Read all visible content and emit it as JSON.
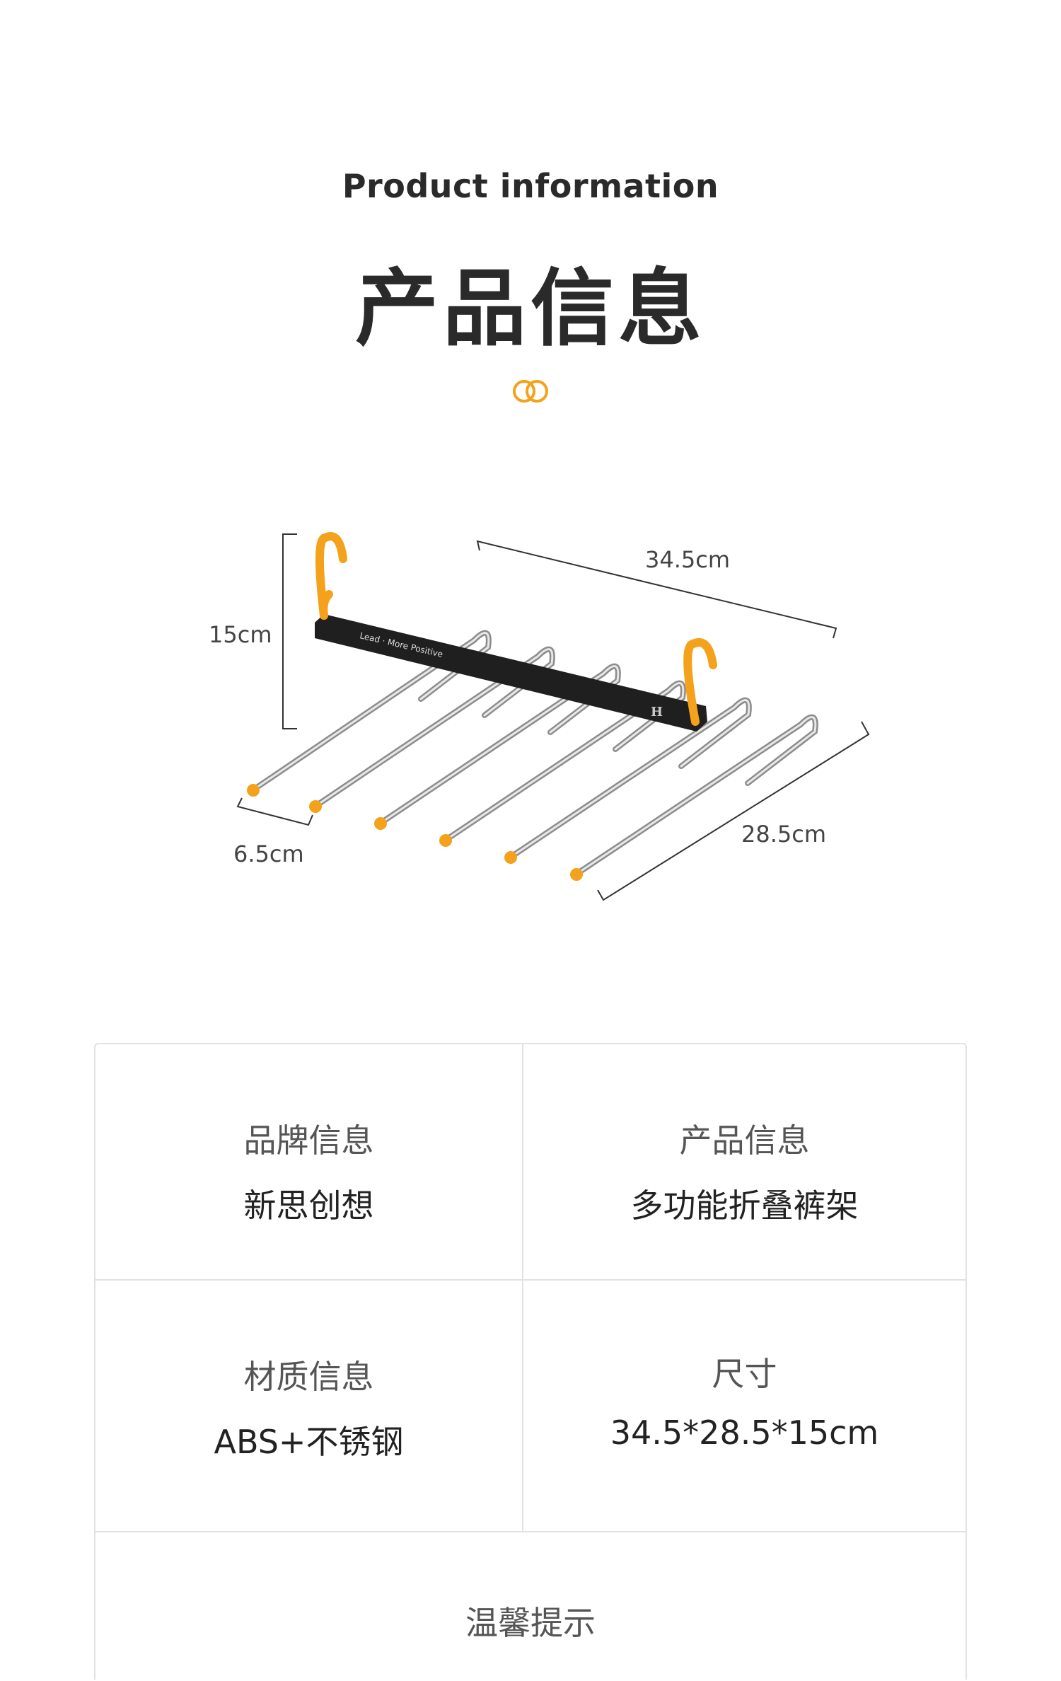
{
  "header": {
    "subtitle_en": "Product information",
    "title_cn": "产品信息"
  },
  "diagram": {
    "height_label": "15cm",
    "length_label": "34.5cm",
    "depth_label": "28.5cm",
    "spacing_label": "6.5cm",
    "bar_text": "Lead · More Positive",
    "logo_mark": "H"
  },
  "colors": {
    "accent_orange": "#f4a21b",
    "bar_black": "#1f1f1f",
    "text_dark": "#2a2a2a",
    "border_gray": "#e2e2e2"
  },
  "info_table": {
    "brand": {
      "label": "品牌信息",
      "value": "新思创想"
    },
    "product": {
      "label": "产品信息",
      "value": "多功能折叠裤架"
    },
    "material": {
      "label": "材质信息",
      "value": "ABS+不锈钢"
    },
    "size": {
      "label": "尺寸",
      "value": "34.5*28.5*15cm"
    },
    "tips": {
      "label": "温馨提示"
    }
  }
}
